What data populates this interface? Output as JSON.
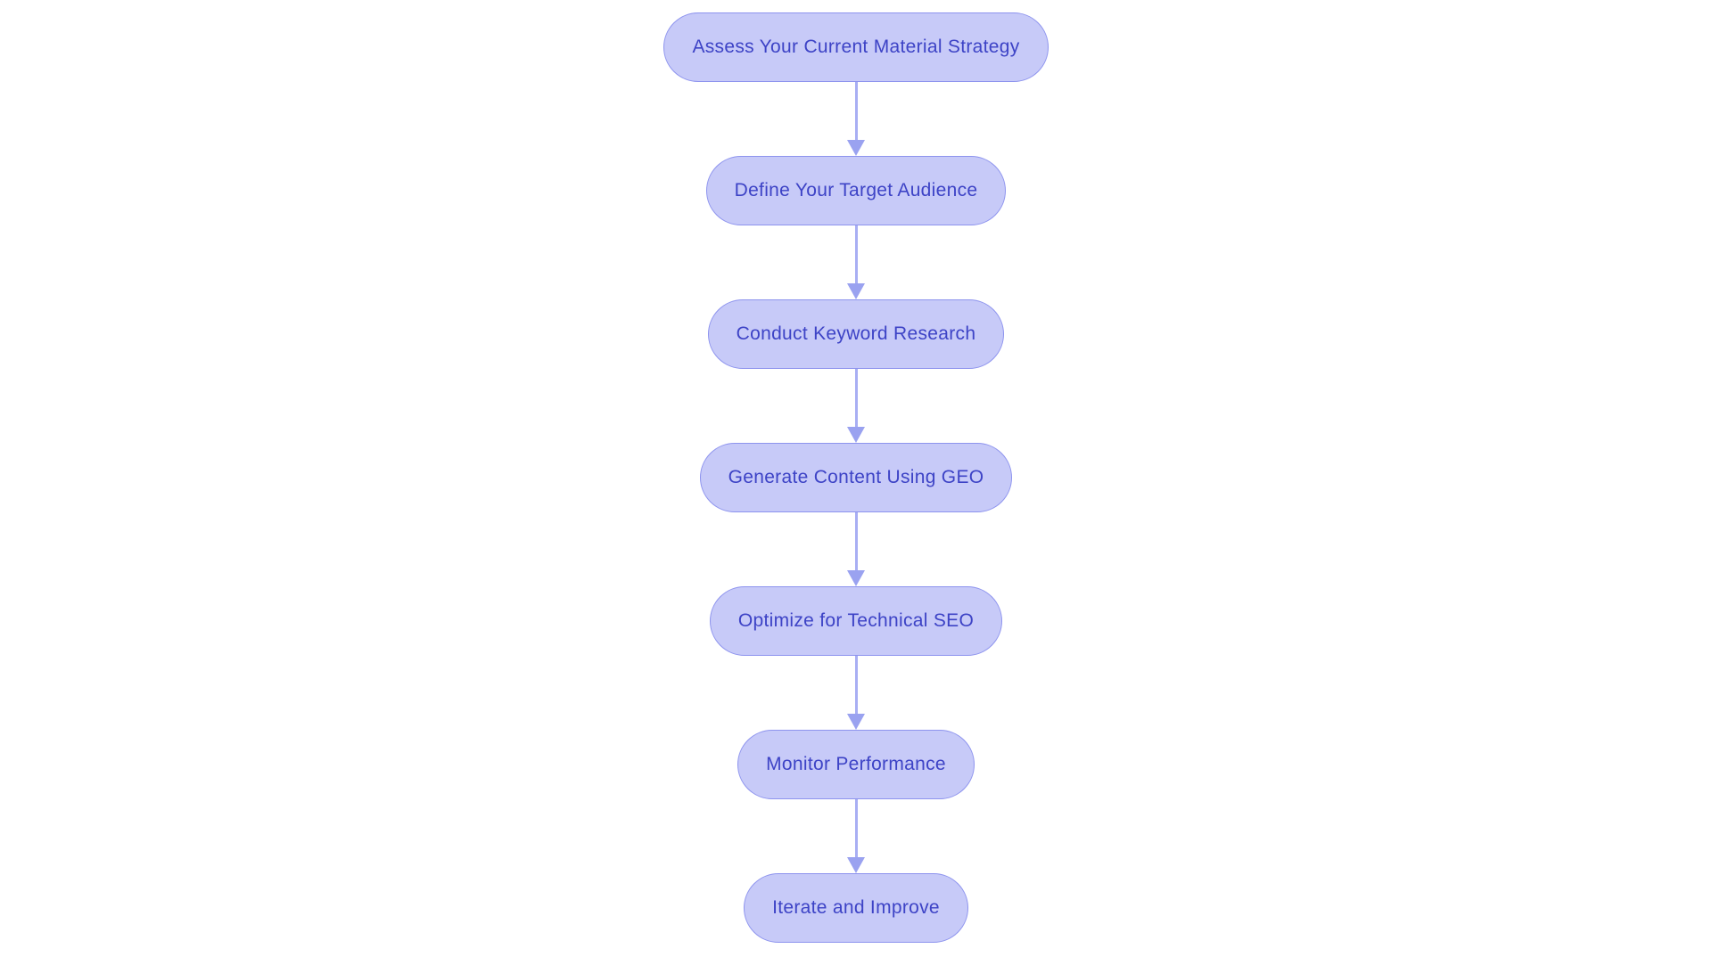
{
  "diagram": {
    "type": "flowchart",
    "direction": "top-down",
    "nodes": [
      {
        "id": "assess-strategy",
        "label": "Assess Your Current Material Strategy"
      },
      {
        "id": "define-audience",
        "label": "Define Your Target Audience"
      },
      {
        "id": "keyword-research",
        "label": "Conduct Keyword Research"
      },
      {
        "id": "generate-content",
        "label": "Generate Content Using GEO"
      },
      {
        "id": "technical-seo",
        "label": "Optimize for Technical SEO"
      },
      {
        "id": "monitor-performance",
        "label": "Monitor Performance"
      },
      {
        "id": "iterate-improve",
        "label": "Iterate and Improve"
      }
    ],
    "edges": [
      {
        "from": "assess-strategy",
        "to": "define-audience"
      },
      {
        "from": "define-audience",
        "to": "keyword-research"
      },
      {
        "from": "keyword-research",
        "to": "generate-content"
      },
      {
        "from": "generate-content",
        "to": "technical-seo"
      },
      {
        "from": "technical-seo",
        "to": "monitor-performance"
      },
      {
        "from": "monitor-performance",
        "to": "iterate-improve"
      }
    ],
    "colors": {
      "background": "#ffffff",
      "node_fill": "#c7caf8",
      "node_border": "#8d93ee",
      "node_text": "#3d43c6",
      "arrow_line": "#a8aef3",
      "arrow_head": "#9aa2f0"
    }
  }
}
